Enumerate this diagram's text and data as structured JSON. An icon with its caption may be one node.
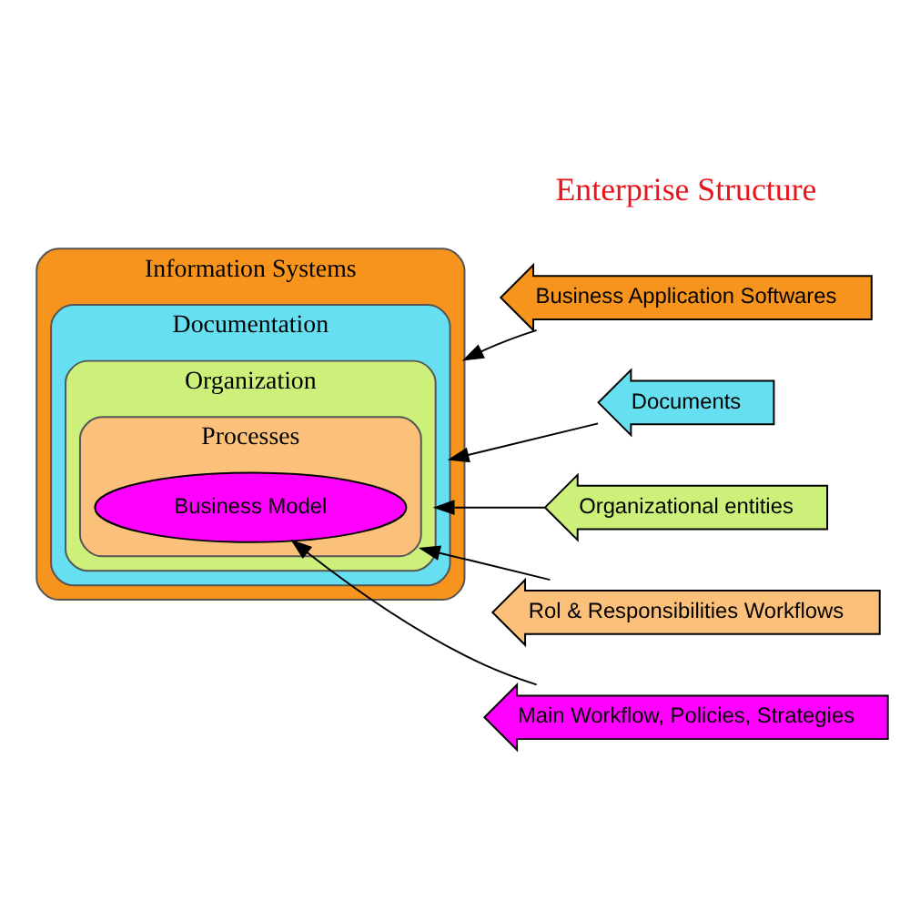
{
  "diagram": {
    "nodes": [
      {
        "text": [
          "Information Systems"
        ]
      },
      {
        "text": [
          "Documentation"
        ],
        "in": 0
      },
      {
        "text": [
          "Organization"
        ],
        "in": 1
      },
      {
        "text": [
          "Processes"
        ],
        "in": 2
      },
      {
        "text": [
          "Business Model"
        ],
        "in": 3
      },
      {
        "text": [
          "Business Application Softwares"
        ]
      },
      {
        "text": [
          "Documents"
        ]
      },
      {
        "text": [
          "Organizational entities"
        ]
      },
      {
        "text": [
          "Rol & Responsibilities Workflows"
        ]
      },
      {
        "text": [
          "Main Workflow, Policies, Strategies"
        ]
      }
    ],
    "edges": [
      {
        "from": 5,
        "to": 0,
        "arrow": "to"
      },
      {
        "from": 6,
        "to": 1,
        "arrow": "to"
      },
      {
        "from": 7,
        "to": 2,
        "arrow": "to"
      },
      {
        "from": 8,
        "to": 3,
        "arrow": "to"
      },
      {
        "from": 9,
        "to": 4,
        "arrow": "to"
      }
    ],
    "labels": [
      "Enterprise Structure"
    ]
  }
}
